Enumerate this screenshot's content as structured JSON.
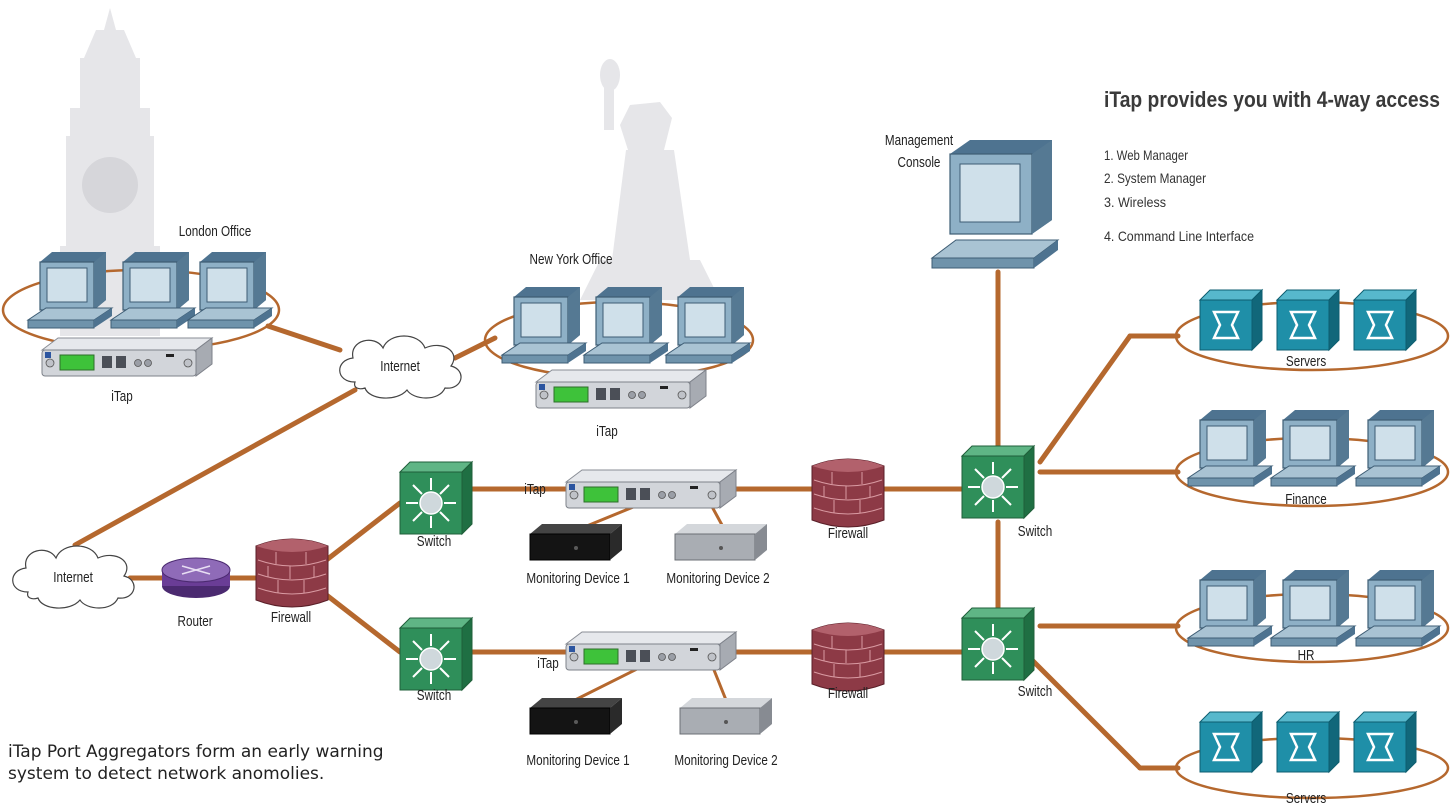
{
  "heading": "iTap provides you with 4-way access",
  "access_list": [
    "1. Web Manager",
    "2. System Manager",
    "3. Wireless",
    "4. Command Line Interface"
  ],
  "labels": {
    "london": "London Office",
    "newyork": "New York Office",
    "internet_top": "Internet",
    "internet_left": "Internet",
    "itap_london": "iTap",
    "itap_ny": "iTap",
    "itap_mid_top": "iTap",
    "itap_mid_bottom": "iTap",
    "router": "Router",
    "firewall_left": "Firewall",
    "switch_top": "Switch",
    "switch_bottom": "Switch",
    "firewall_top": "Firewall",
    "firewall_bottom": "Firewall",
    "switch_right_top": "Switch",
    "switch_right_bottom": "Switch",
    "mon1_top": "Monitoring Device 1",
    "mon2_top": "Monitoring Device 2",
    "mon1_bottom": "Monitoring Device 1",
    "mon2_bottom": "Monitoring Device 2",
    "mgmt_line1": "Management",
    "mgmt_line2": "Console",
    "servers_top": "Servers",
    "finance": "Finance",
    "hr": "HR",
    "servers_bottom": "Servers"
  },
  "caption_line1": "iTap Port Aggregators form an early warning",
  "caption_line2": "system to detect network anomolies.",
  "colors": {
    "link": "#b5682e",
    "switch": "#2f8f5a",
    "firewall": "#8d3a46",
    "router": "#6a3d96",
    "server": "#1f8fa8",
    "monitor": "#6b90aa",
    "itap": "#c9ccd2"
  }
}
